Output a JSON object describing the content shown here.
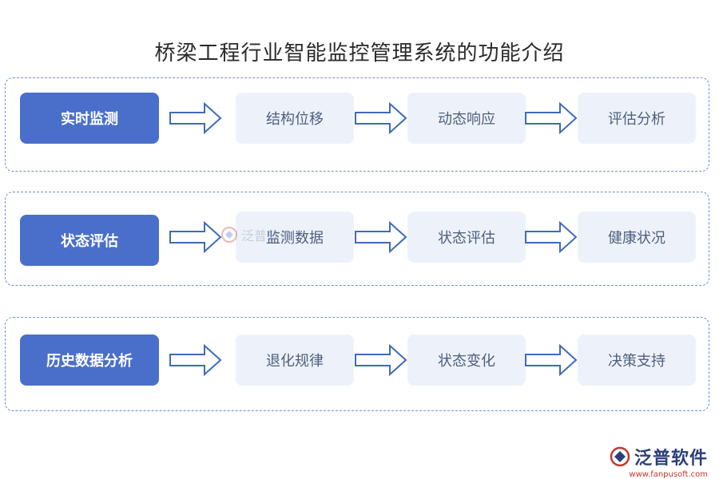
{
  "title": "桥梁工程行业智能监控管理系统的功能介绍",
  "rows": [
    {
      "head": "实时监测",
      "steps": [
        "结构位移",
        "动态响应",
        "评估分析"
      ]
    },
    {
      "head": "状态评估",
      "steps": [
        "监测数据",
        "状态评估",
        "健康状况"
      ]
    },
    {
      "head": "历史数据分析",
      "steps": [
        "退化规律",
        "状态变化",
        "决策支持"
      ]
    }
  ],
  "watermark": {
    "brand": "泛普软件",
    "url": "www.fanpusoft.com"
  },
  "colors": {
    "head": "#4a6fcb",
    "step_bg": "#edf2fa",
    "arrow": "#3f6bb8",
    "border": "#6f8fc4"
  }
}
